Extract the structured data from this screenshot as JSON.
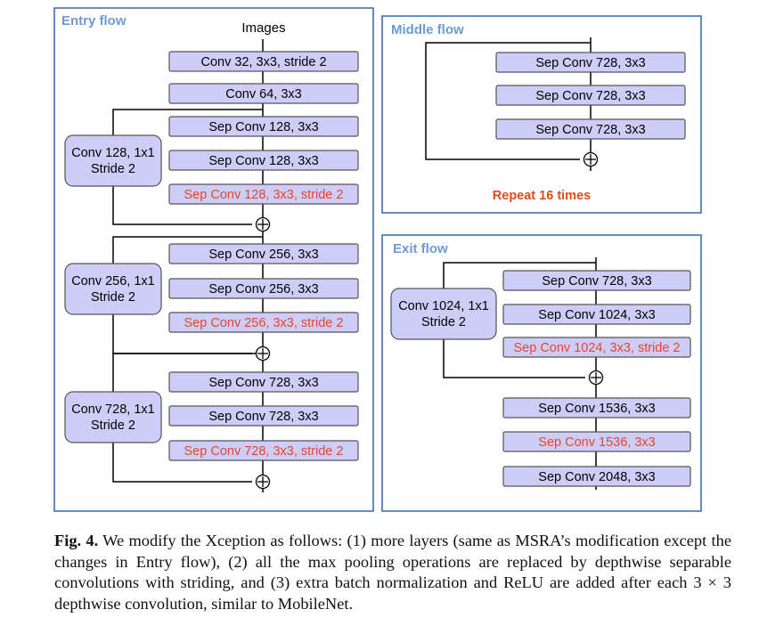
{
  "sections": {
    "entry_flow": "Entry flow",
    "middle_flow": "Middle flow",
    "exit_flow": "Exit flow"
  },
  "entry": {
    "input": "Images",
    "layers": [
      "Conv 32, 3x3, stride 2",
      "Conv 64, 3x3",
      "Sep Conv 128, 3x3",
      "Sep Conv 128, 3x3",
      "Sep Conv 128, 3x3, stride 2",
      "Sep Conv 256, 3x3",
      "Sep Conv 256, 3x3",
      "Sep Conv 256, 3x3, stride 2",
      "Sep Conv 728, 3x3",
      "Sep Conv 728, 3x3",
      "Sep Conv 728, 3x3, stride 2"
    ],
    "shortcuts": [
      [
        "Conv 128, 1x1",
        "Stride 2"
      ],
      [
        "Conv 256, 1x1",
        "Stride 2"
      ],
      [
        "Conv 728, 1x1",
        "Stride 2"
      ]
    ]
  },
  "middle": {
    "layers": [
      "Sep Conv 728, 3x3",
      "Sep Conv 728, 3x3",
      "Sep Conv 728, 3x3"
    ],
    "repeat": "Repeat 16 times"
  },
  "exit": {
    "layers": [
      "Sep Conv 728, 3x3",
      "Sep Conv 1024, 3x3",
      "Sep Conv 1024, 3x3, stride 2",
      "Sep Conv 1536, 3x3",
      "Sep Conv 1536, 3x3",
      "Sep Conv 2048, 3x3"
    ],
    "shortcut": [
      "Conv 1024, 1x1",
      "Stride 2"
    ]
  },
  "caption": {
    "label": "Fig. 4.",
    "text": " We modify the Xception as follows: (1) more layers (same as MSRA’s modification except the changes in Entry flow), (2) all the max pooling operations are replaced by depthwise separable convolutions with striding, and (3) extra batch normalization and ReLU are added after each 3 × 3 depthwise convolution, similar to MobileNet."
  },
  "colors": {
    "panel_border": "#3b72b5",
    "section_title": "#6d9bd1",
    "block_fill": "#cdcdf7",
    "block_border": "#555555",
    "stride_text": "#e8452c",
    "repeat_text": "#e04c1c",
    "line": "#000000"
  }
}
